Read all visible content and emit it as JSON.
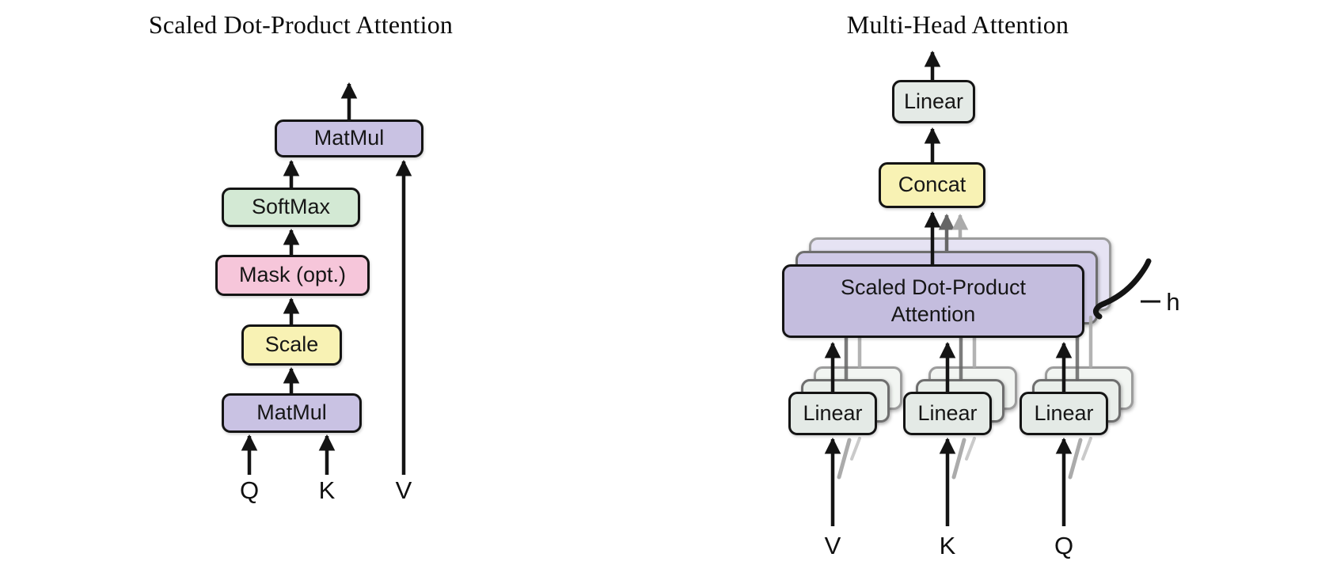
{
  "figure": {
    "left": {
      "title": "Scaled Dot-Product Attention",
      "top_matmul": "MatMul",
      "softmax": "SoftMax",
      "mask": "Mask (opt.)",
      "scale": "Scale",
      "bottom_matmul": "MatMul",
      "input_q": "Q",
      "input_k": "K",
      "input_v": "V"
    },
    "right": {
      "title": "Multi-Head Attention",
      "linear_out": "Linear",
      "concat": "Concat",
      "attention": "Scaled Dot-Product Attention",
      "heads_label": "h",
      "linear_v": "Linear",
      "linear_k": "Linear",
      "linear_q": "Linear",
      "input_v": "V",
      "input_k": "K",
      "input_q": "Q"
    },
    "colors": {
      "background": "#ffffff",
      "matmul_purple": "#c9c2e3",
      "softmax_green": "#d3e9d4",
      "mask_pink": "#f6c6da",
      "scale_yellow": "#f8f2b4",
      "linear_gray": "#e4eae6",
      "attention_purple": "#c4bdde",
      "stack_mid_purple": "#cfc9e7",
      "stack_back_purple": "#e6e3f3",
      "stack_mid_gray": "#e9eeea",
      "stack_back_gray": "#f2f5f2",
      "arrow_black": "#141414",
      "arrow_gray_dark": "#666666",
      "arrow_gray_light": "#ababab"
    }
  }
}
